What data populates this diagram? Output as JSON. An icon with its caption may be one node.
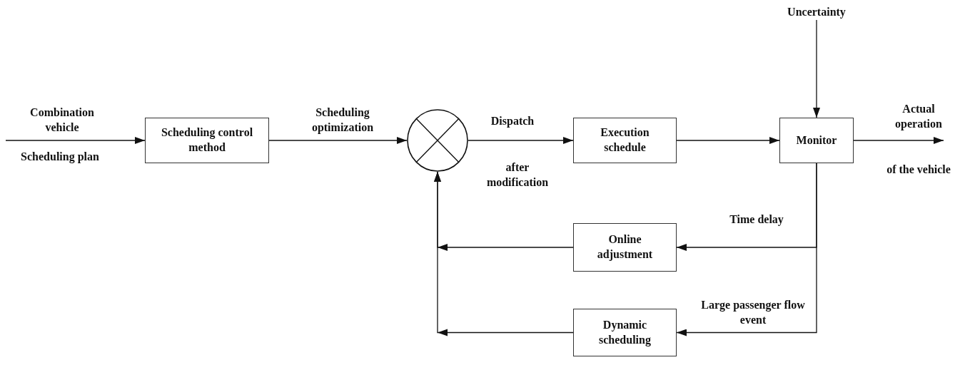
{
  "diagram": {
    "nodes": [
      {
        "text": [
          "Scheduling control method"
        ]
      },
      {
        "text": [],
        "shape": "circle"
      },
      {
        "text": [
          "Execution schedule"
        ]
      },
      {
        "text": [
          "Monitor"
        ]
      },
      {
        "text": [
          "Online adjustment"
        ]
      },
      {
        "text": [
          "Dynamic scheduling"
        ]
      },
      {
        "text": [
          "Uncertainty"
        ]
      },
      {
        "text": [
          "Actual operation",
          "of the vehicle"
        ]
      }
    ],
    "edges": [
      {
        "from": null,
        "to": 0,
        "arrow": "to"
      },
      {
        "from": 0,
        "to": 1,
        "arrow": "to",
        "label": "Scheduling optimization"
      },
      {
        "from": 1,
        "to": 2,
        "arrow": "to"
      },
      {
        "from": 2,
        "to": 3,
        "arrow": "to"
      },
      {
        "from": 6,
        "to": 3,
        "arrow": "to"
      },
      {
        "from": 3,
        "to": 7,
        "arrow": "to"
      },
      {
        "from": 3,
        "to": 4,
        "arrow": "to",
        "label": "Time delay"
      },
      {
        "from": 3,
        "to": 5,
        "arrow": "to",
        "label": "Large passenger flow event"
      },
      {
        "from": 4,
        "to": 1,
        "arrow": "to"
      },
      {
        "from": 5,
        "to": 1,
        "arrow": "to"
      }
    ],
    "labels": [
      "Combination vehicle",
      "Scheduling plan",
      "Dispatch",
      "after modification"
    ]
  }
}
